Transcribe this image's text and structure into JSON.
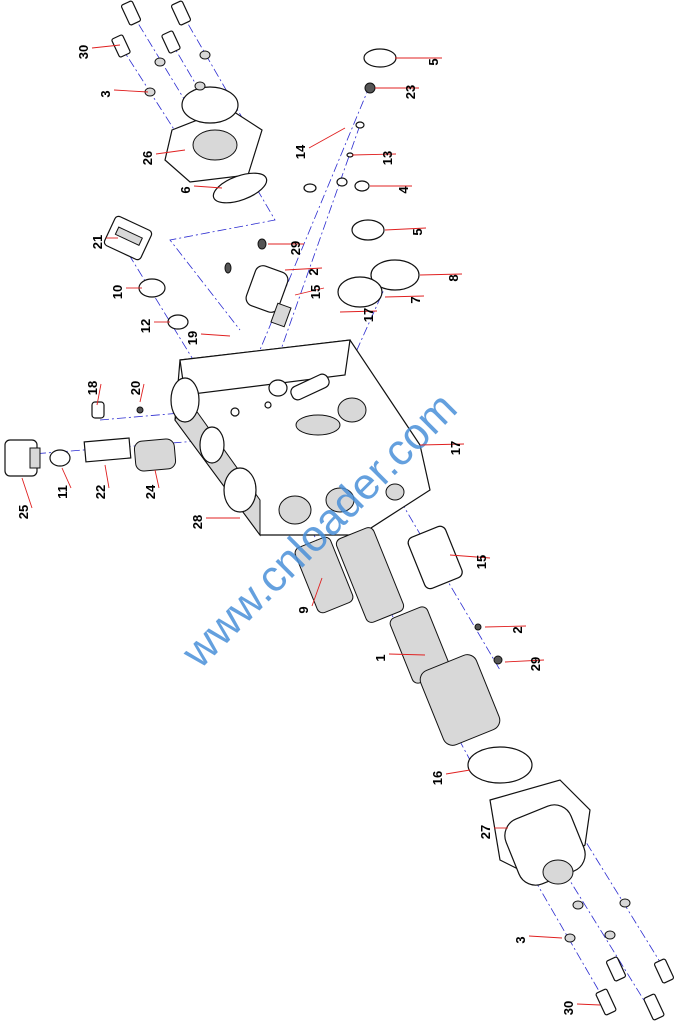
{
  "diagram": {
    "watermark": "www.cnloader.com",
    "part_labels": [
      "30",
      "3",
      "26",
      "6",
      "5",
      "23",
      "14",
      "13",
      "4",
      "5",
      "21",
      "29",
      "2",
      "15",
      "8",
      "7",
      "10",
      "17",
      "12",
      "19",
      "18",
      "20",
      "17",
      "25",
      "11",
      "22",
      "24",
      "28",
      "9",
      "15",
      "2",
      "1",
      "29",
      "16",
      "27",
      "3",
      "30"
    ]
  }
}
